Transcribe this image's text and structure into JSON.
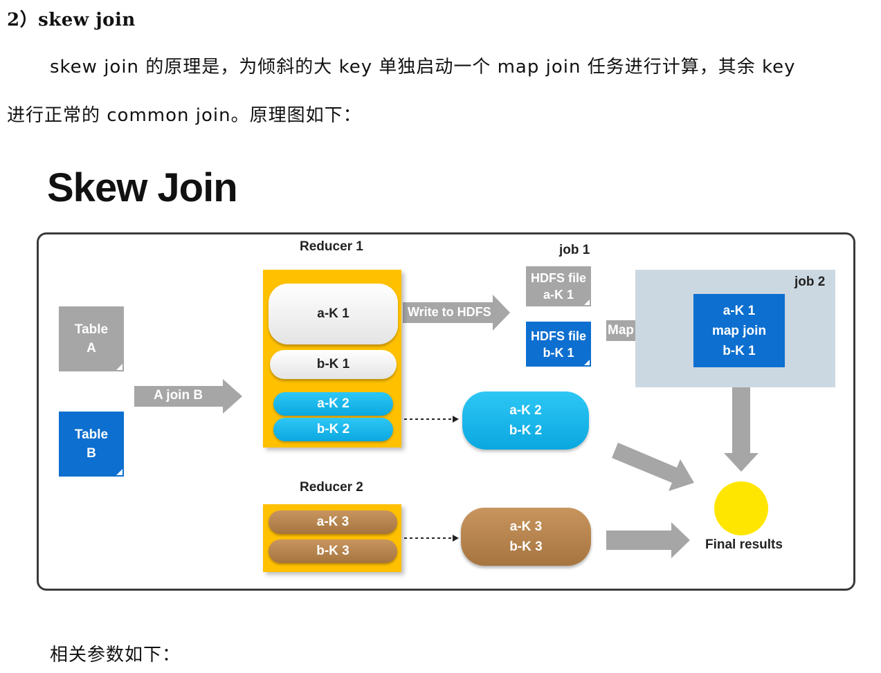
{
  "document": {
    "heading": "2）skew join",
    "paragraph_line1": "skew  join 的原理是，为倾斜的大 key 单独启动一个 map  join 任务进行计算，其余 key",
    "paragraph_line2": "进行正常的 common join。原理图如下：",
    "footer": "相关参数如下："
  },
  "diagram": {
    "title": "Skew Join",
    "table_a": [
      "Table",
      "A"
    ],
    "table_b": [
      "Table",
      "B"
    ],
    "join_arrow_label": "A join B",
    "reducer1_label": "Reducer 1",
    "reducer2_label": "Reducer 2",
    "reducer1_items": [
      "a-K 1",
      "b-K 1",
      "a-K 2",
      "b-K 2"
    ],
    "reducer2_items": [
      "a-K 3",
      "b-K 3"
    ],
    "write_hdfs_label": "Write to HDFS",
    "job1_label": "job 1",
    "hdfs_file_a": [
      "HDFS file",
      "a-K 1"
    ],
    "hdfs_file_b": [
      "HDFS file",
      "b-K 1"
    ],
    "map_join_arrow_label": "Map join",
    "job2_label": "job 2",
    "map_join_box": [
      "a-K 1",
      "map join",
      "b-K 1"
    ],
    "output_k2": [
      "a-K 2",
      "b-K 2"
    ],
    "output_k3": [
      "a-K 3",
      "b-K 3"
    ],
    "final_label": "Final results",
    "colors": {
      "reducer": "#ffc000",
      "cyan": "#12b4ea",
      "brown": "#b2804a",
      "blue": "#0d6fcf",
      "gray": "#a6a6a6",
      "job2_bg": "#ccd8e1",
      "sun": "#ffe600"
    }
  }
}
